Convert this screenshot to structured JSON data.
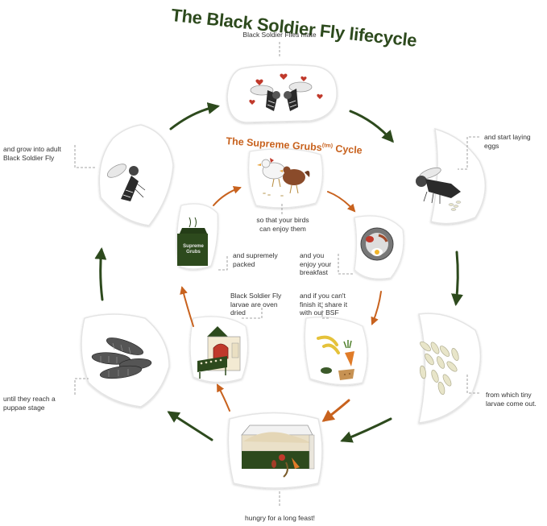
{
  "title": "The Black Soldier Fly lifecycle",
  "subtitle": {
    "prefix": "The Supreme Grubs",
    "superscript": "(tm)",
    "suffix": " Cycle"
  },
  "outer_cycle": [
    {
      "id": "mate",
      "label": "Black Soldier Flies mate",
      "icon": "mating-flies-icon"
    },
    {
      "id": "lay",
      "label": "and start laying\neggs",
      "icon": "fly-laying-eggs-icon"
    },
    {
      "id": "larvae",
      "label": "from which tiny\nlarvae come out.",
      "icon": "eggs-larvae-icon"
    },
    {
      "id": "feast",
      "label": "hungry for a long feast!",
      "icon": "larvae-bin-icon"
    },
    {
      "id": "pupae",
      "label": "until they reach a\npuppae stage",
      "icon": "pupae-icon"
    },
    {
      "id": "adult",
      "label": "and grow into adult\nBlack Soldier Fly",
      "icon": "adult-fly-icon"
    }
  ],
  "inner_cycle": [
    {
      "id": "birds",
      "label": "so that your birds\ncan enjoy them",
      "icon": "birds-icon"
    },
    {
      "id": "breakfast",
      "label": "and you\nenjoy your\nbreakfast",
      "icon": "breakfast-plate-icon"
    },
    {
      "id": "leftovers",
      "label": "and if you can't\nfinish it, share it\nwith our BSF",
      "icon": "food-scraps-icon"
    },
    {
      "id": "oven",
      "label": "Black Soldier Fly\nlarvae are oven\ndried",
      "icon": "oven-icon"
    },
    {
      "id": "packed",
      "label": "and supremely\npacked",
      "icon": "grub-bag-icon"
    }
  ],
  "bag_text": "Supreme\nGrubs",
  "colors": {
    "title": "#2d4a1d",
    "outer_arrow": "#2d4a1d",
    "inner_arrow": "#c8621e",
    "subtitle": "#c8621e",
    "text": "#333333",
    "leader": "#888888"
  }
}
